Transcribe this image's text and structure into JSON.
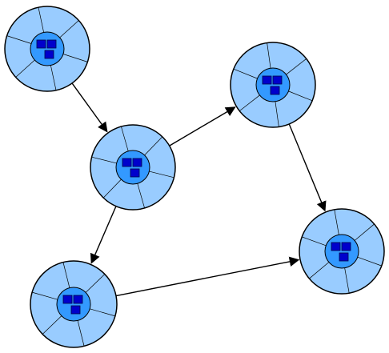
{
  "diagram": {
    "type": "directed-graph",
    "node_count": 5,
    "edge_count": 5,
    "colors": {
      "outer_ring": "#99ccff",
      "inner_hub": "#3399ff",
      "square": "#0000cc",
      "stroke": "#000000",
      "background": "#ffffff"
    },
    "nodes": [
      {
        "id": "n1",
        "label": ""
      },
      {
        "id": "n2",
        "label": ""
      },
      {
        "id": "n3",
        "label": ""
      },
      {
        "id": "n4",
        "label": ""
      },
      {
        "id": "n5",
        "label": ""
      }
    ],
    "edges": [
      {
        "from": "n1",
        "to": "n2"
      },
      {
        "from": "n2",
        "to": "n3"
      },
      {
        "from": "n2",
        "to": "n4"
      },
      {
        "from": "n3",
        "to": "n5"
      },
      {
        "from": "n4",
        "to": "n5"
      }
    ]
  }
}
